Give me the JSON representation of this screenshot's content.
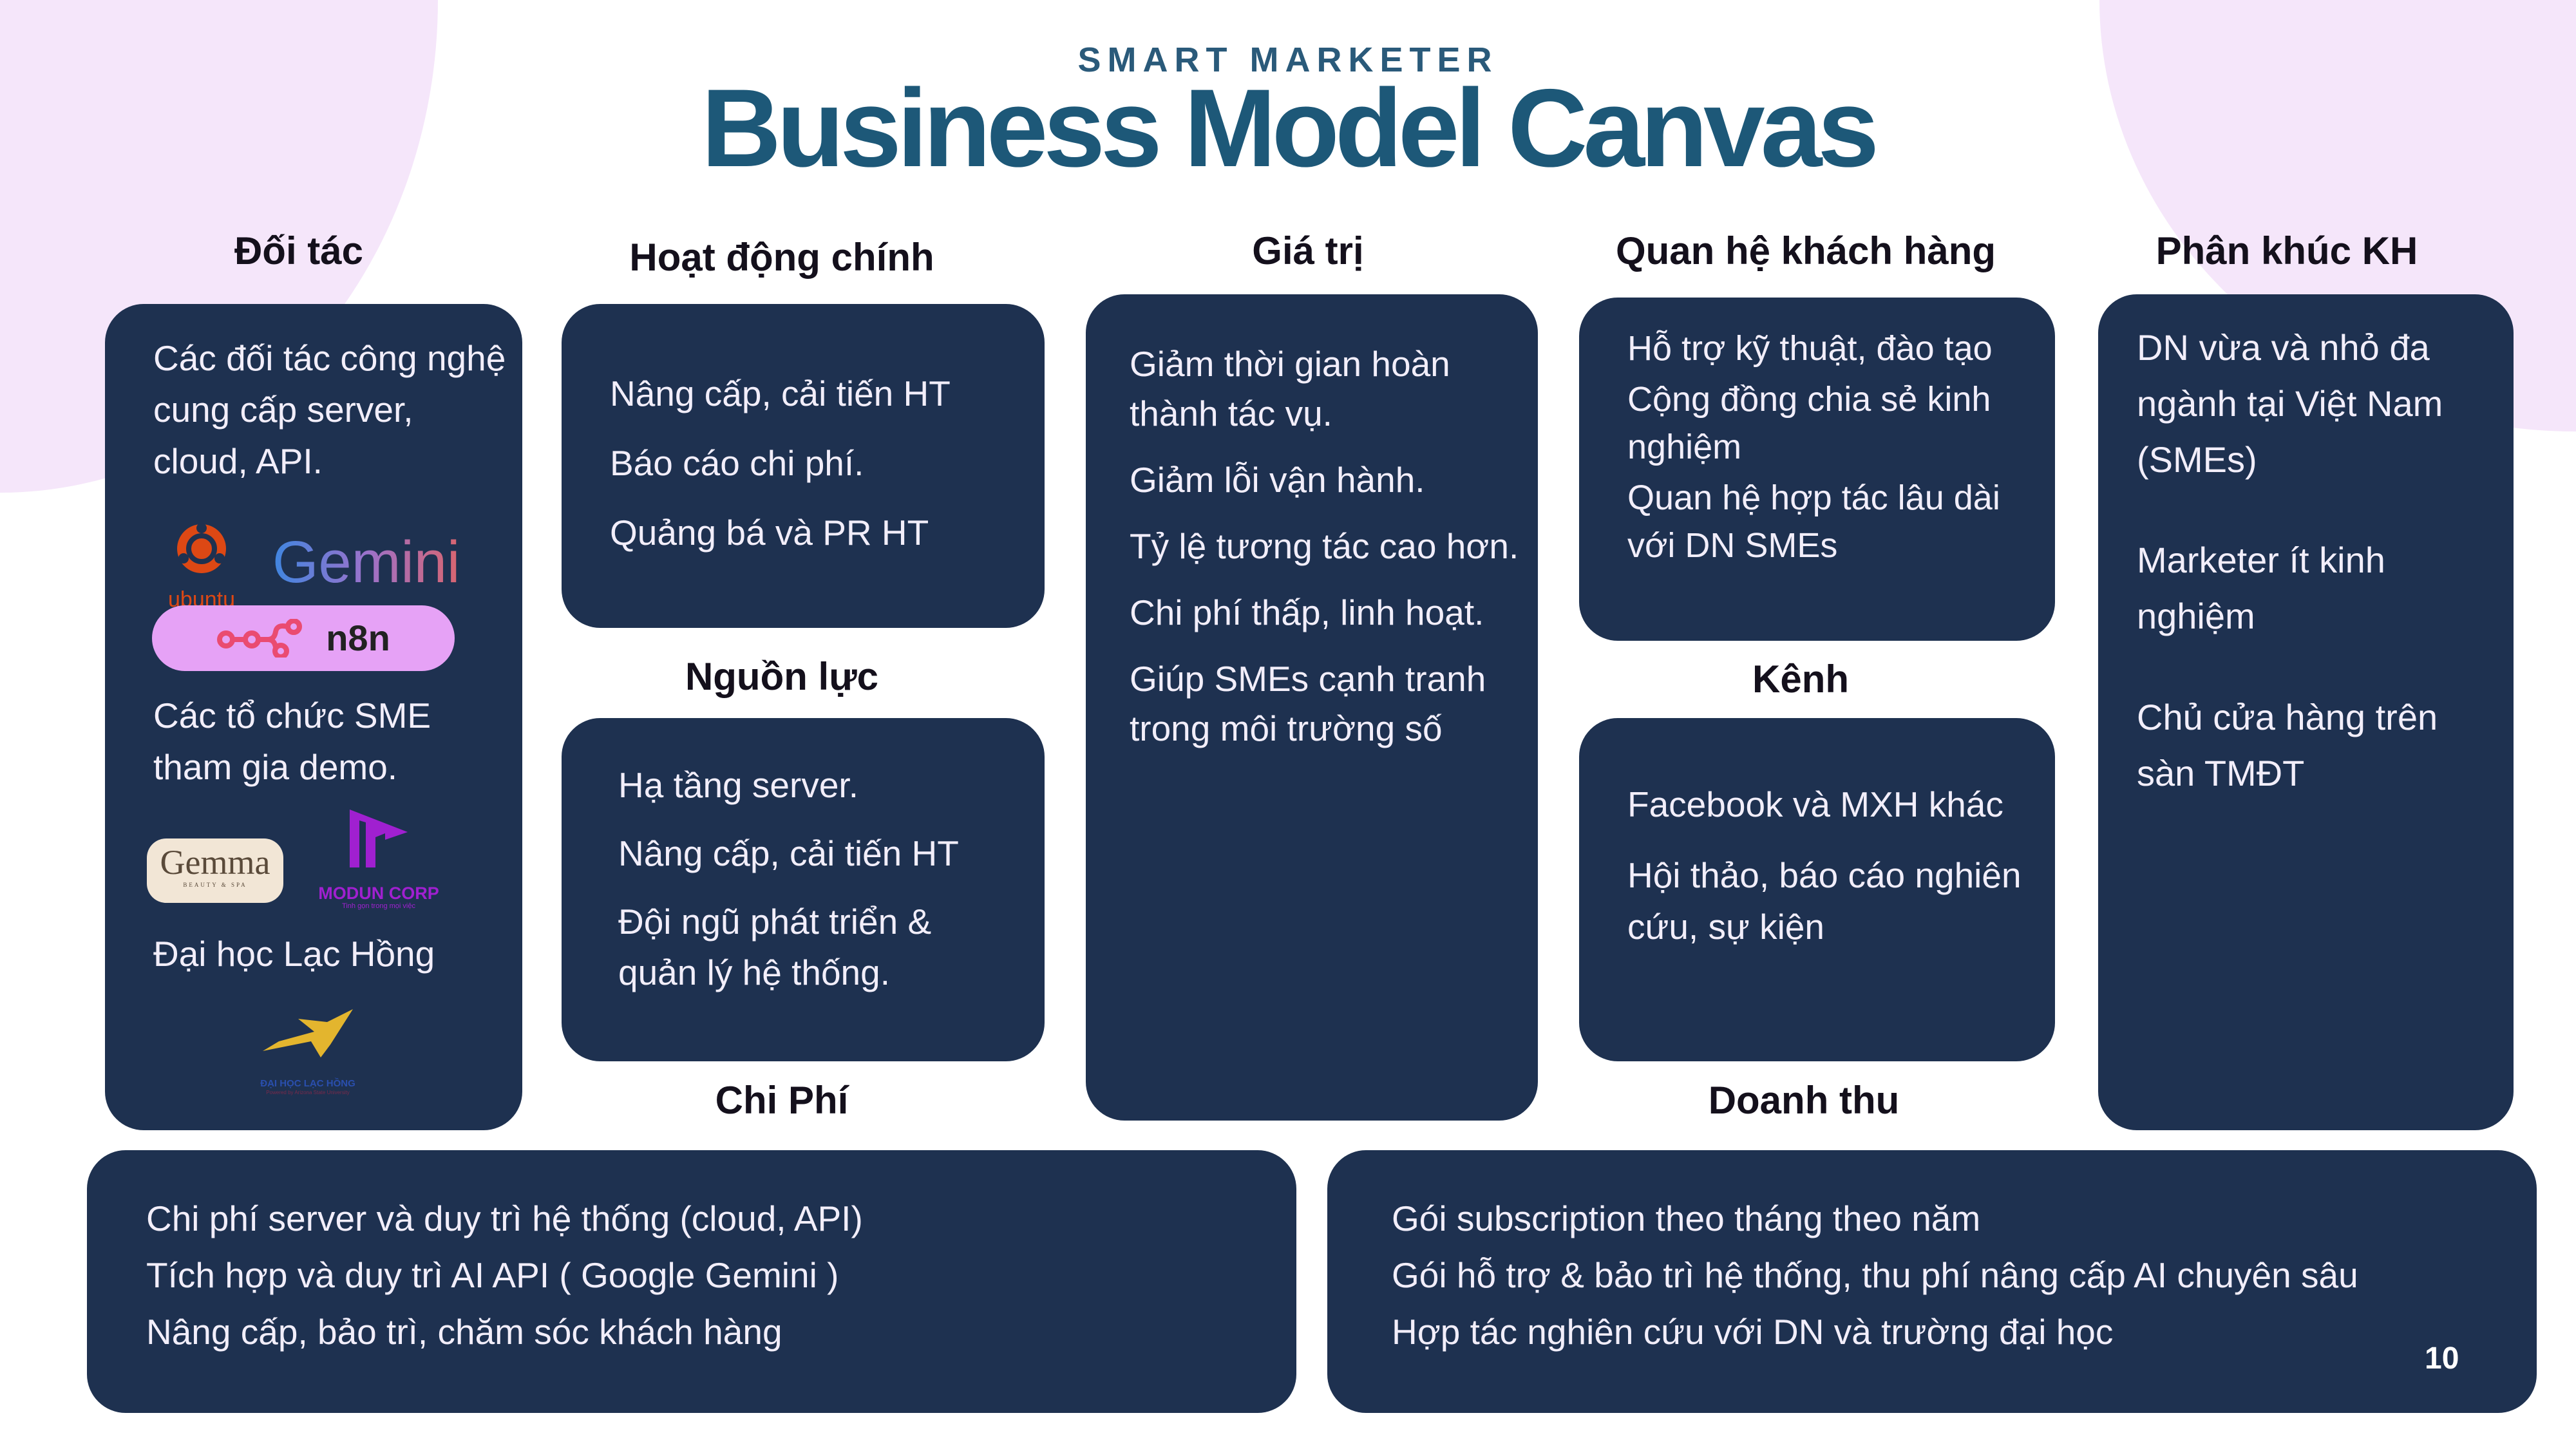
{
  "header": {
    "kicker": "SMART MARKETER",
    "title": "Business Model Canvas"
  },
  "sections": {
    "partners": {
      "title": "Đối tác",
      "items": [
        "Các đối tác công nghệ cung cấp server, cloud, API.",
        "Các tổ chức SME tham gia demo.",
        "Đại học Lạc Hồng"
      ],
      "logos": {
        "ubuntu": "ubuntu",
        "gemini": "Gemini",
        "n8n": "n8n",
        "gemma": "Gemma",
        "gemma_sub": "BEAUTY & SPA",
        "modun": "MODUN CORP",
        "modun_sub": "Tinh gọn trong mọi việc",
        "lachong": "ĐẠI HỌC LẠC HỒNG",
        "lachong_sub": "Powered by Arizona State University"
      }
    },
    "activities": {
      "title": "Hoạt động chính",
      "items": [
        "Nâng cấp, cải tiến HT",
        "Báo cáo chi phí.",
        "Quảng bá và PR HT"
      ]
    },
    "resources": {
      "title": "Nguồn lực",
      "items": [
        "Hạ tầng server.",
        "Nâng cấp, cải tiến HT",
        "Đội ngũ phát triển & quản lý hệ thống."
      ]
    },
    "value": {
      "title": "Giá trị",
      "items": [
        "Giảm thời gian hoàn thành tác vụ.",
        "Giảm lỗi vận hành.",
        "Tỷ lệ tương tác cao hơn.",
        "Chi phí thấp, linh hoạt.",
        "Giúp SMEs cạnh tranh trong môi trường số"
      ]
    },
    "relationships": {
      "title": "Quan hệ khách hàng",
      "items": [
        "Hỗ trợ kỹ thuật, đào tạo",
        "Cộng đồng chia sẻ kinh nghiệm",
        "Quan hệ hợp tác lâu dài với DN SMEs"
      ]
    },
    "channels": {
      "title": "Kênh",
      "items": [
        "Facebook và MXH khác",
        "Hội thảo, báo cáo nghiên cứu, sự kiện"
      ]
    },
    "segments": {
      "title": "Phân khúc KH",
      "items": [
        "DN vừa và nhỏ đa ngành tại Việt Nam (SMEs)",
        "Marketer ít kinh nghiệm",
        "Chủ cửa hàng trên sàn TMĐT"
      ]
    },
    "costs": {
      "title": "Chi Phí",
      "items": [
        "Chi phí server và duy trì hệ thống (cloud, API)",
        "Tích hợp và duy trì AI API ( Google Gemini )",
        "Nâng cấp, bảo trì, chăm sóc khách hàng"
      ]
    },
    "revenue": {
      "title": "Doanh thu",
      "items": [
        "Gói subscription theo tháng theo năm",
        "Gói hỗ trợ & bảo trì hệ thống, thu phí nâng cấp AI chuyên sâu",
        "Hợp tác nghiên cứu với DN và trường đại học"
      ]
    }
  },
  "page_number": "10",
  "colors": {
    "box": "#1e3150",
    "title": "#1d5878",
    "accent_bg": "#f5e6fa"
  }
}
